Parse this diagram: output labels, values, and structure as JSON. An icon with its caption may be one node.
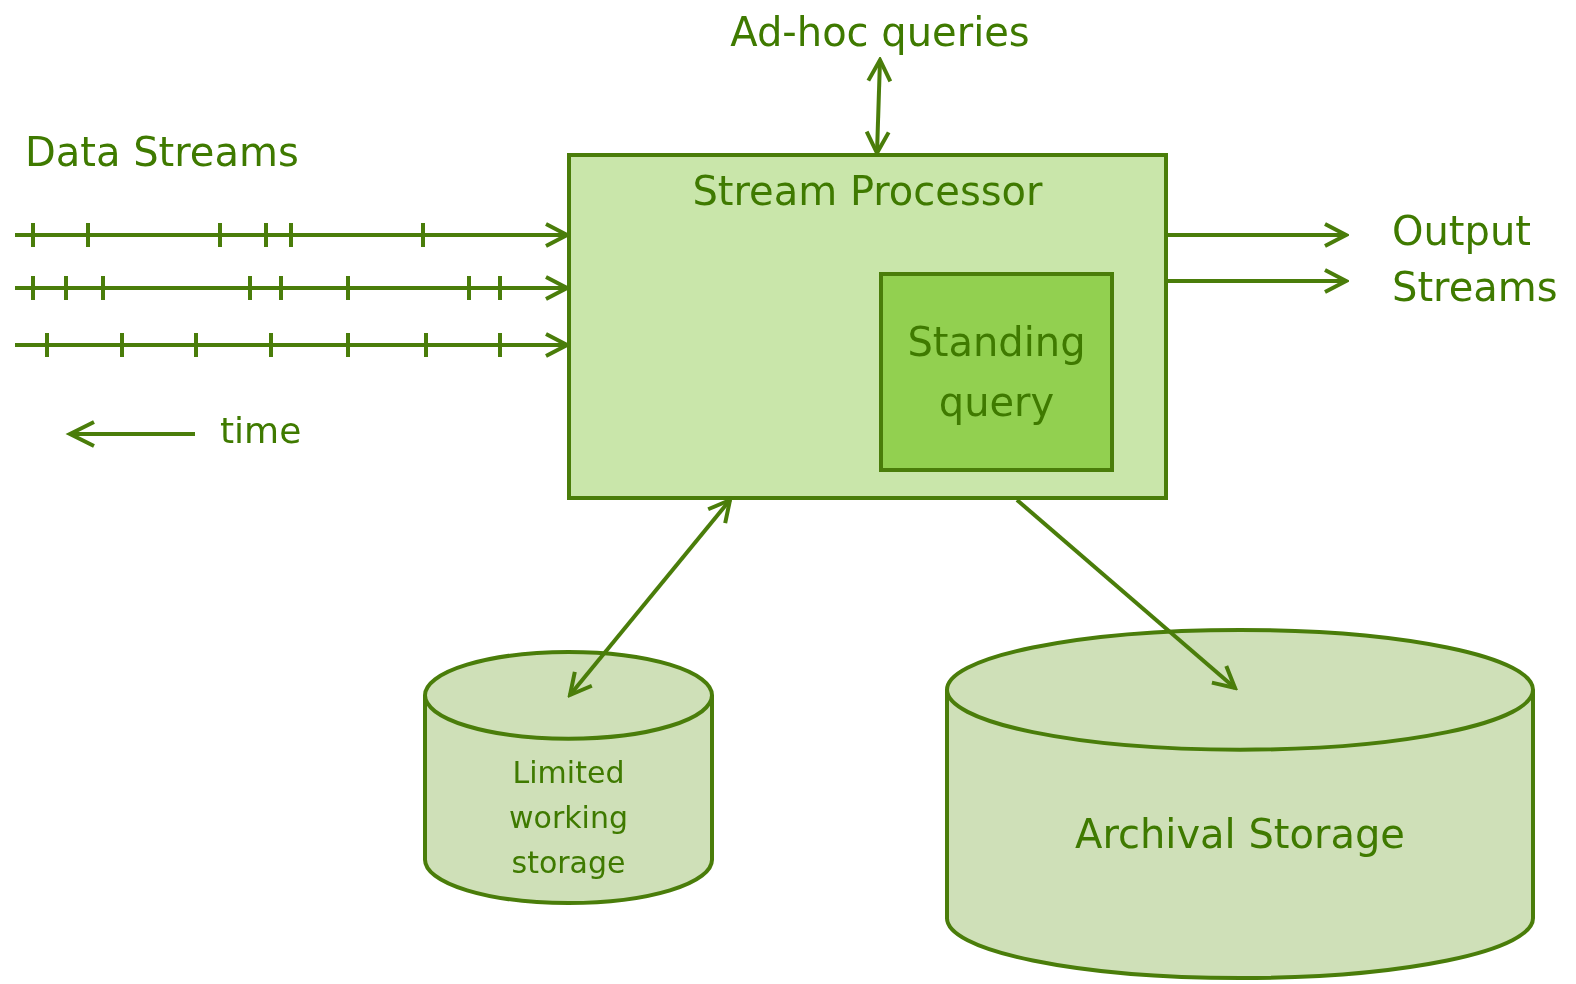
{
  "diagram": {
    "nodes": [
      {
        "text": [
          "Stream Processor"
        ]
      },
      {
        "text": [
          "Standing query"
        ],
        "in": 0
      },
      {
        "text": [
          "Ad-hoc queries"
        ]
      },
      {
        "text": [
          "Output Streams"
        ]
      },
      {
        "text": [
          "Limited working storage"
        ]
      },
      {
        "text": [
          "Archival Storage"
        ]
      }
    ],
    "edges": [
      {
        "from": null,
        "to": 0,
        "arrow": "to"
      },
      {
        "from": null,
        "to": 0,
        "arrow": "to"
      },
      {
        "from": null,
        "to": 0,
        "arrow": "to"
      },
      {
        "from": 2,
        "to": 0,
        "arrow": "both"
      },
      {
        "from": 0,
        "to": 3,
        "arrow": "to"
      },
      {
        "from": 0,
        "to": 3,
        "arrow": "to"
      },
      {
        "from": 0,
        "to": 4,
        "arrow": "both"
      },
      {
        "from": 0,
        "to": 5,
        "arrow": "to"
      }
    ],
    "labels": [
      "Data Streams",
      "time"
    ]
  }
}
